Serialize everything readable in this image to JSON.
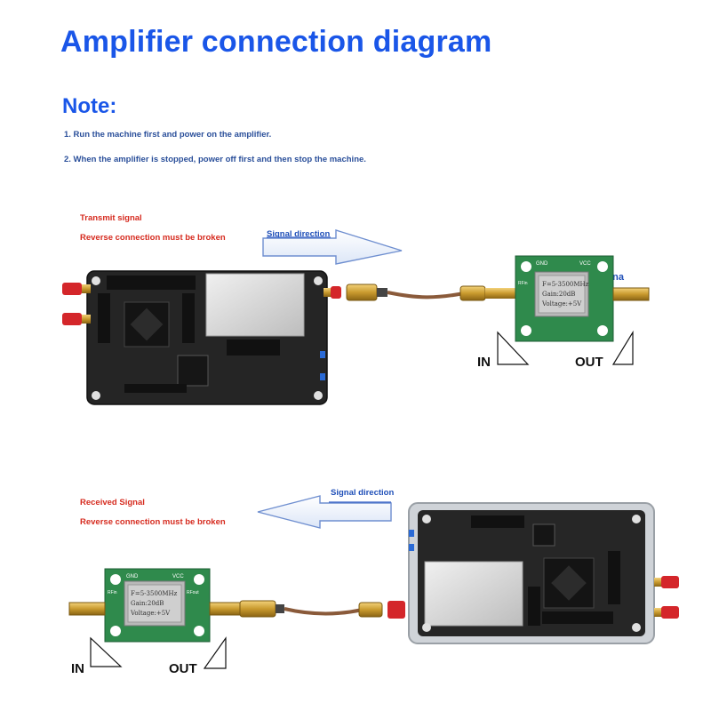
{
  "title": "Amplifier connection diagram",
  "note": {
    "heading": "Note:",
    "items": [
      "1. Run the machine first and power on the amplifier.",
      "2. When the amplifier is stopped, power off first and then stop the machine."
    ]
  },
  "transmit": {
    "label": "Transmit signal",
    "warning": "Reverse connection must be broken",
    "direction_label": "Signal direction",
    "antenna_label": "Antenna",
    "in_label": "IN",
    "out_label": "OUT"
  },
  "receive": {
    "label": "Received Signal",
    "warning": "Reverse connection must be broken",
    "direction_label": "Signal direction",
    "in_label": "IN",
    "out_label": "OUT"
  },
  "amplifier": {
    "gnd": "GND",
    "vcc": "VCC",
    "rf_in": "RFin",
    "rf_out": "RFout",
    "freq": "F=5-3500MHz",
    "gain": "Gain:20dB",
    "voltage": "Voltage:+5V"
  },
  "colors": {
    "title_blue": "#1a56e8",
    "warning_red": "#d62b1f",
    "board_green": "#2f8a4c",
    "pcb_dark": "#232323"
  }
}
